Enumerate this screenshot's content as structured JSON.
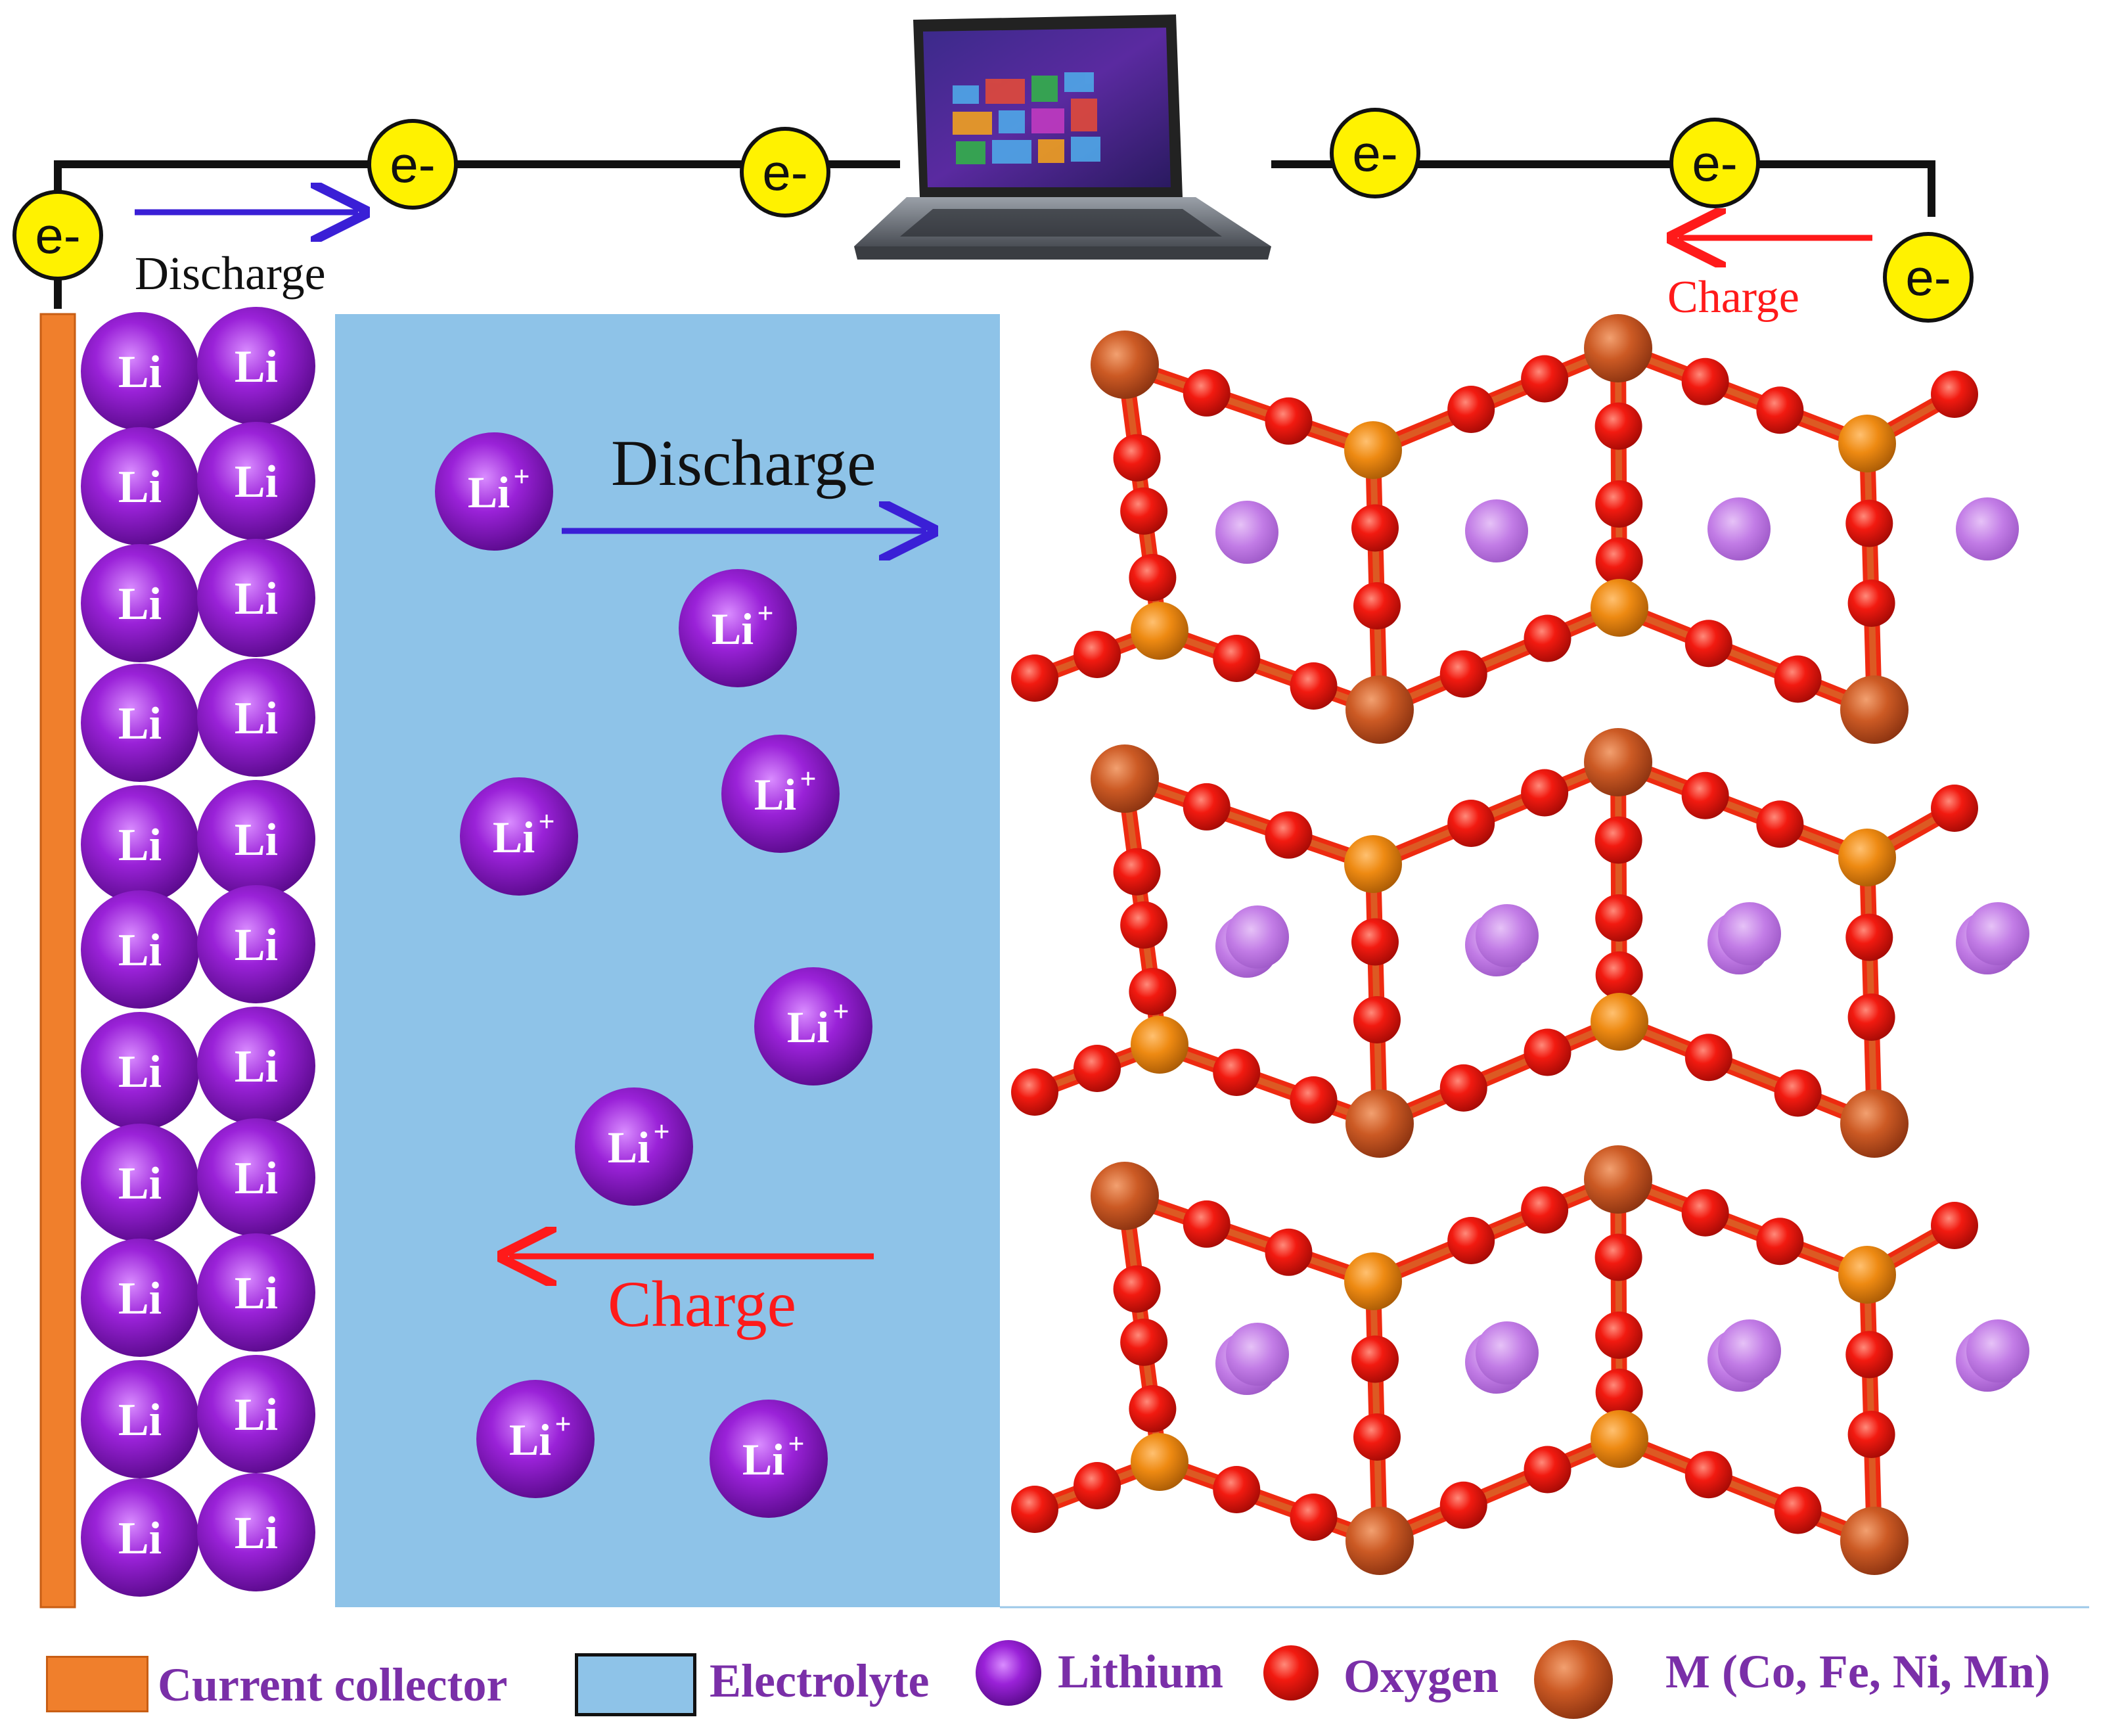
{
  "labels": {
    "electron": "e-",
    "lithium_atom": "Li",
    "lithium_ion": "Li",
    "ion_charge": "+",
    "discharge_small": "Discharge",
    "charge_small": "Charge",
    "discharge_big": "Discharge",
    "charge_big": "Charge"
  },
  "legend": {
    "current_collector": "Current collector",
    "electrolyte": "Electrolyte",
    "lithium": "Lithium",
    "oxygen": "Oxygen",
    "metal": "M (Co, Fe, Ni, Mn)"
  },
  "colors": {
    "collector": "#f07f2c",
    "electrolyte": "#8ec3e8",
    "lithium": "#8f1bd0",
    "oxygen": "#ef1a10",
    "metal": "#cc5a24",
    "metal_light": "#ee8a12",
    "li_site": "#c27ce6",
    "electron": "#fff200",
    "discharge_arrow": "#3a1fd6",
    "charge_arrow": "#ff1a1a",
    "legend_text": "#7a2fa8"
  },
  "icons": [
    "laptop-icon",
    "electron-icon",
    "lithium-atom-icon",
    "lithium-ion-icon",
    "oxygen-atom-icon",
    "metal-atom-icon"
  ]
}
